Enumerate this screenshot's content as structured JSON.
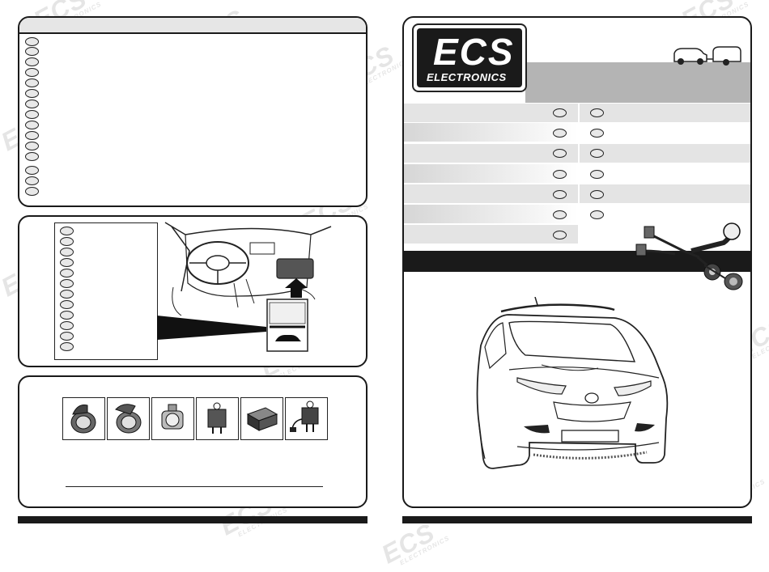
{
  "logo": {
    "main": "ECS",
    "sub": "ELECTRONICS"
  },
  "watermark": {
    "main": "ECS",
    "sub": "ELECTRONICS"
  },
  "colors": {
    "dark": "#1a1a1a",
    "grey": "#b4b4b4",
    "light": "#e8e8e8",
    "white": "#ffffff"
  },
  "icons": [
    "socket-13pin-icon",
    "socket-13pin-angled-icon",
    "socket-7pin-icon",
    "relay-icon",
    "control-module-icon",
    "relay-wired-icon"
  ]
}
